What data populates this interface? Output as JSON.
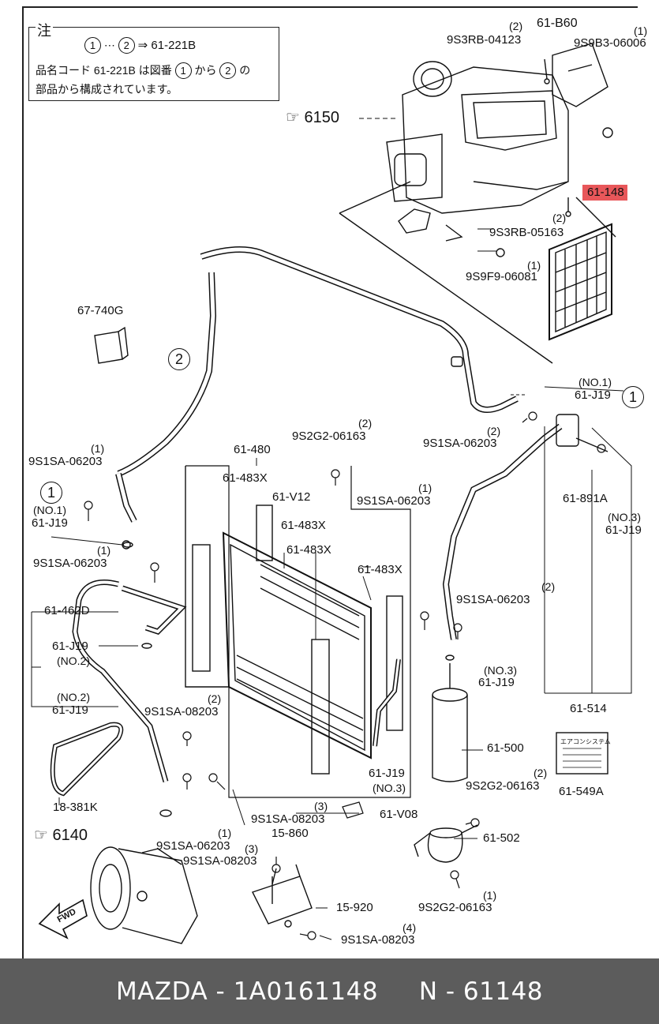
{
  "note": {
    "title": "注",
    "circle1": "1",
    "dots": "⋯",
    "circle2": "2",
    "arrow_ref": "⇒ 61-221B",
    "line2_a": "品名コード 61-221B は図番",
    "line2_b": "から",
    "line2_c": "の",
    "line3": "部品から構成されています。"
  },
  "labels": {
    "l_9s3rb_04123": "9S3RB-04123",
    "q_9s3rb_04123": "(2)",
    "l_61b60": "61-B60",
    "l_9s9b3": "9S9B3-06006",
    "q_9s9b3": "(1)",
    "l_6150": "6150",
    "l_61148": "61-148",
    "l_9s3rb_05163": "9S3RB-05163",
    "q_9s3rb_05163": "(2)",
    "l_9s9f9": "9S9F9-06081",
    "q_9s9f9": "(1)",
    "l_67740g": "67-740G",
    "c_2_top": "2",
    "no1_a": "(NO.1)",
    "l_61j19_a": "61-J19",
    "c_1_right": "1",
    "l_9s1sa_06203_r": "9S1SA-06203",
    "q_9s1sa_06203_r": "(2)",
    "l_9s2g2_06163_a": "9S2G2-06163",
    "q_9s2g2_06163_a": "(2)",
    "l_9s1sa_06203_l": "9S1SA-06203",
    "q_9s1sa_06203_l": "(1)",
    "l_61480": "61-480",
    "l_61483x_a": "61-483X",
    "l_61v12": "61-V12",
    "l_9s1sa_06203_m": "9S1SA-06203",
    "q_9s1sa_06203_m": "(1)",
    "c_1_left": "1",
    "no1_b": "(NO.1)",
    "l_61j19_b": "61-J19",
    "l_61891a": "61-891A",
    "no3_a": "(NO.3)",
    "l_61j19_c": "61-J19",
    "l_61483x_b": "61-483X",
    "l_61483x_c": "61-483X",
    "l_9s1sa_06203_ll": "9S1SA-06203",
    "q_9s1sa_06203_ll": "(1)",
    "l_61483x_d": "61-483X",
    "l_61462d": "61-462D",
    "l_9s1sa_06203_rr": "9S1SA-06203",
    "q_9s1sa_06203_rr": "(2)",
    "l_61j19_d": "61-J19",
    "no2_a": "(NO.2)",
    "no3_b": "(NO.3)",
    "l_61j19_e": "61-J19",
    "no2_b": "(NO.2)",
    "l_61j19_f": "61-J19",
    "l_9s1sa_08203_a": "9S1SA-08203",
    "q_9s1sa_08203_a": "(2)",
    "l_61514": "61-514",
    "l_61500": "61-500",
    "l_aircon_label": "エアコンシステム",
    "l_18381k": "18-381K",
    "l_61j19_g": "61-J19",
    "no3_c": "(NO.3)",
    "l_9s2g2_06163_b": "9S2G2-06163",
    "q_9s2g2_06163_b": "(2)",
    "l_61549a": "61-549A",
    "l_9s1sa_08203_b": "9S1SA-08203",
    "q_9s1sa_08203_b": "(3)",
    "l_61v08": "61-V08",
    "l_15860": "15-860",
    "l_6140": "6140",
    "l_9s1sa_06203_b": "9S1SA-06203",
    "q_9s1sa_06203_b": "(1)",
    "l_61502": "61-502",
    "l_9s1sa_08203_c": "9S1SA-08203",
    "q_9s1sa_08203_c": "(3)",
    "l_15920": "15-920",
    "l_9s2g2_06163_c": "9S2G2-06163",
    "q_9s2g2_06163_c": "(1)",
    "l_9s1sa_08203_d": "9S1SA-08203",
    "q_9s1sa_08203_d": "(4)",
    "fwd": "FWD"
  },
  "footer": {
    "text": "MAZDA - 1A0161148     N - 61148"
  },
  "colors": {
    "highlight": "#e8575a",
    "footer_bg": "#5c5c5c",
    "line": "#111111"
  }
}
